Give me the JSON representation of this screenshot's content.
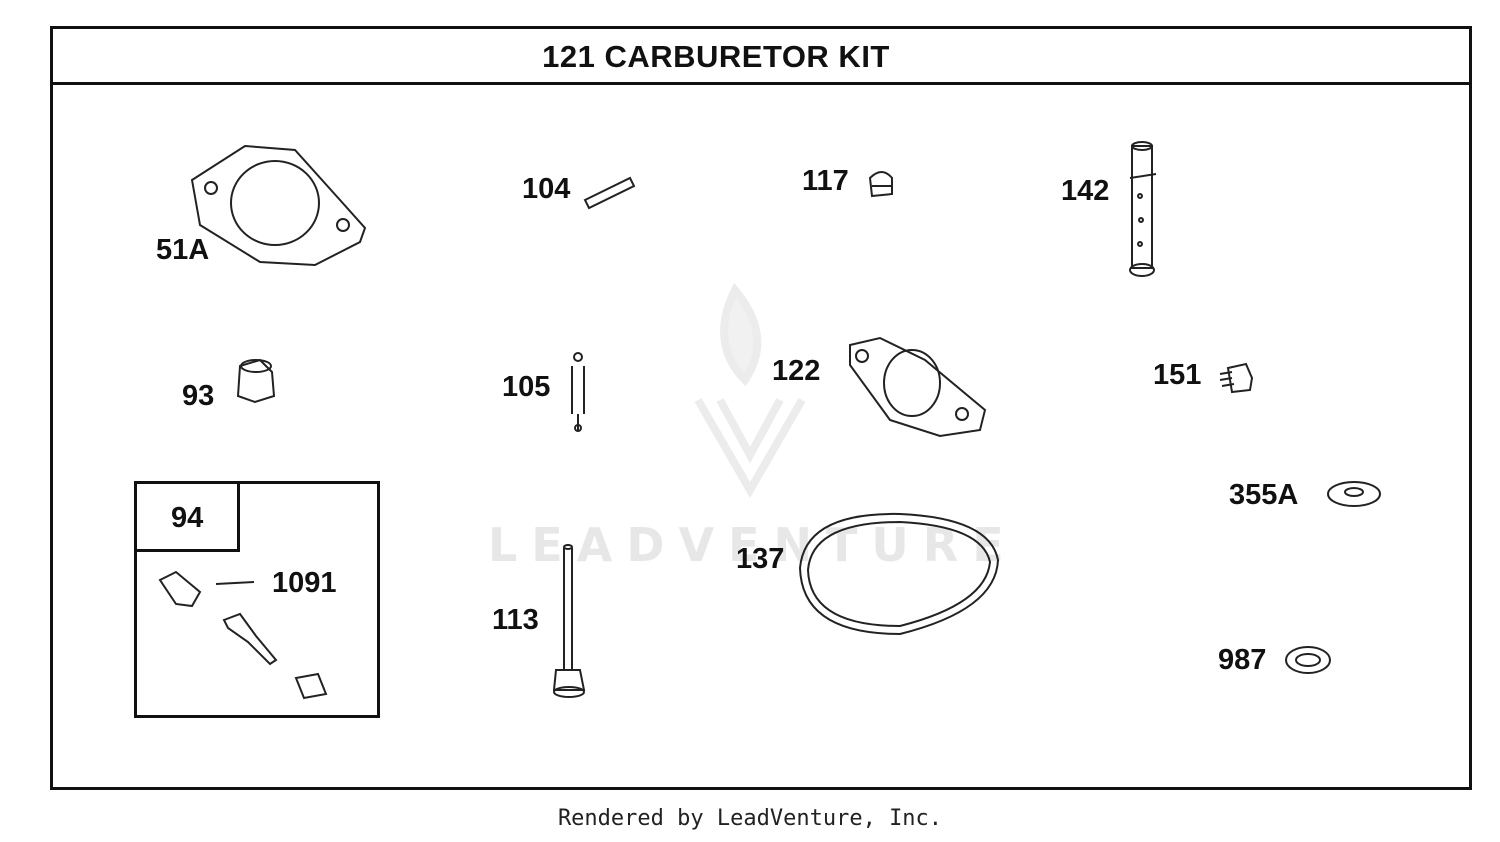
{
  "diagram": {
    "title": "121 CARBURETOR KIT",
    "watermark_text": "LEADVENTURE",
    "kit_box_label": "94",
    "parts": [
      {
        "id": "51A",
        "name": "gasket"
      },
      {
        "id": "104",
        "name": "pin"
      },
      {
        "id": "117",
        "name": "plug"
      },
      {
        "id": "142",
        "name": "tube"
      },
      {
        "id": "93",
        "name": "bushing"
      },
      {
        "id": "105",
        "name": "spring"
      },
      {
        "id": "122",
        "name": "gasket"
      },
      {
        "id": "151",
        "name": "screw"
      },
      {
        "id": "355A",
        "name": "washer"
      },
      {
        "id": "1091",
        "name": "kit-parts"
      },
      {
        "id": "113",
        "name": "needle"
      },
      {
        "id": "137",
        "name": "o-ring"
      },
      {
        "id": "987",
        "name": "washer"
      }
    ]
  },
  "footer": {
    "text": "Rendered by LeadVenture, Inc."
  }
}
